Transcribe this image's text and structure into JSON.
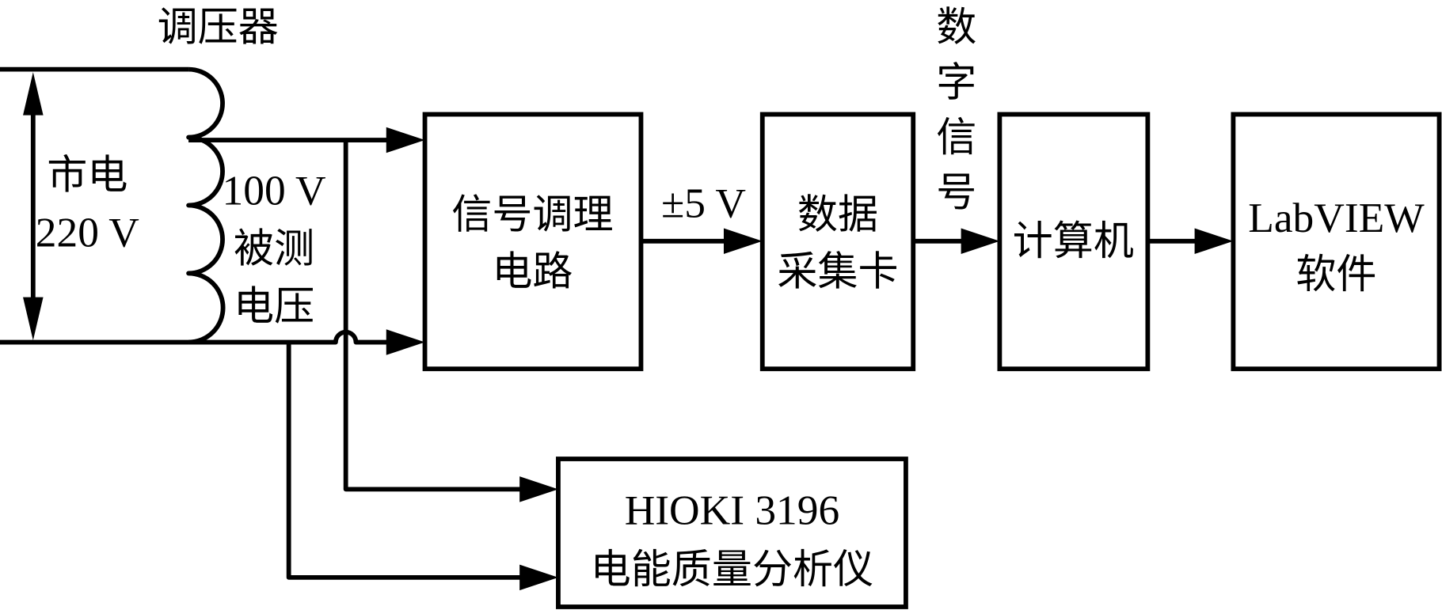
{
  "diagram": {
    "transformer": {
      "label": "调压器",
      "mains_line1": "市电",
      "mains_line2": "220 V",
      "test_line1": "100 V",
      "test_line2": "被测",
      "test_line3": "电压"
    },
    "blocks": {
      "signal_conditioning": {
        "line1": "信号调理",
        "line2": "电路"
      },
      "daq_card": {
        "line1": "数据",
        "line2": "采集卡"
      },
      "computer": {
        "line1": "计算机"
      },
      "labview": {
        "line1": "LabVIEW",
        "line2": "软件"
      },
      "hioki": {
        "line1": "HIOKI 3196",
        "line2": "电能质量分析仪"
      }
    },
    "edges": {
      "conditioning_to_daq": "±5 V",
      "daq_to_computer": [
        "数",
        "字",
        "信",
        "号"
      ]
    },
    "colors": {
      "stroke": "#000000",
      "background": "#ffffff"
    }
  }
}
